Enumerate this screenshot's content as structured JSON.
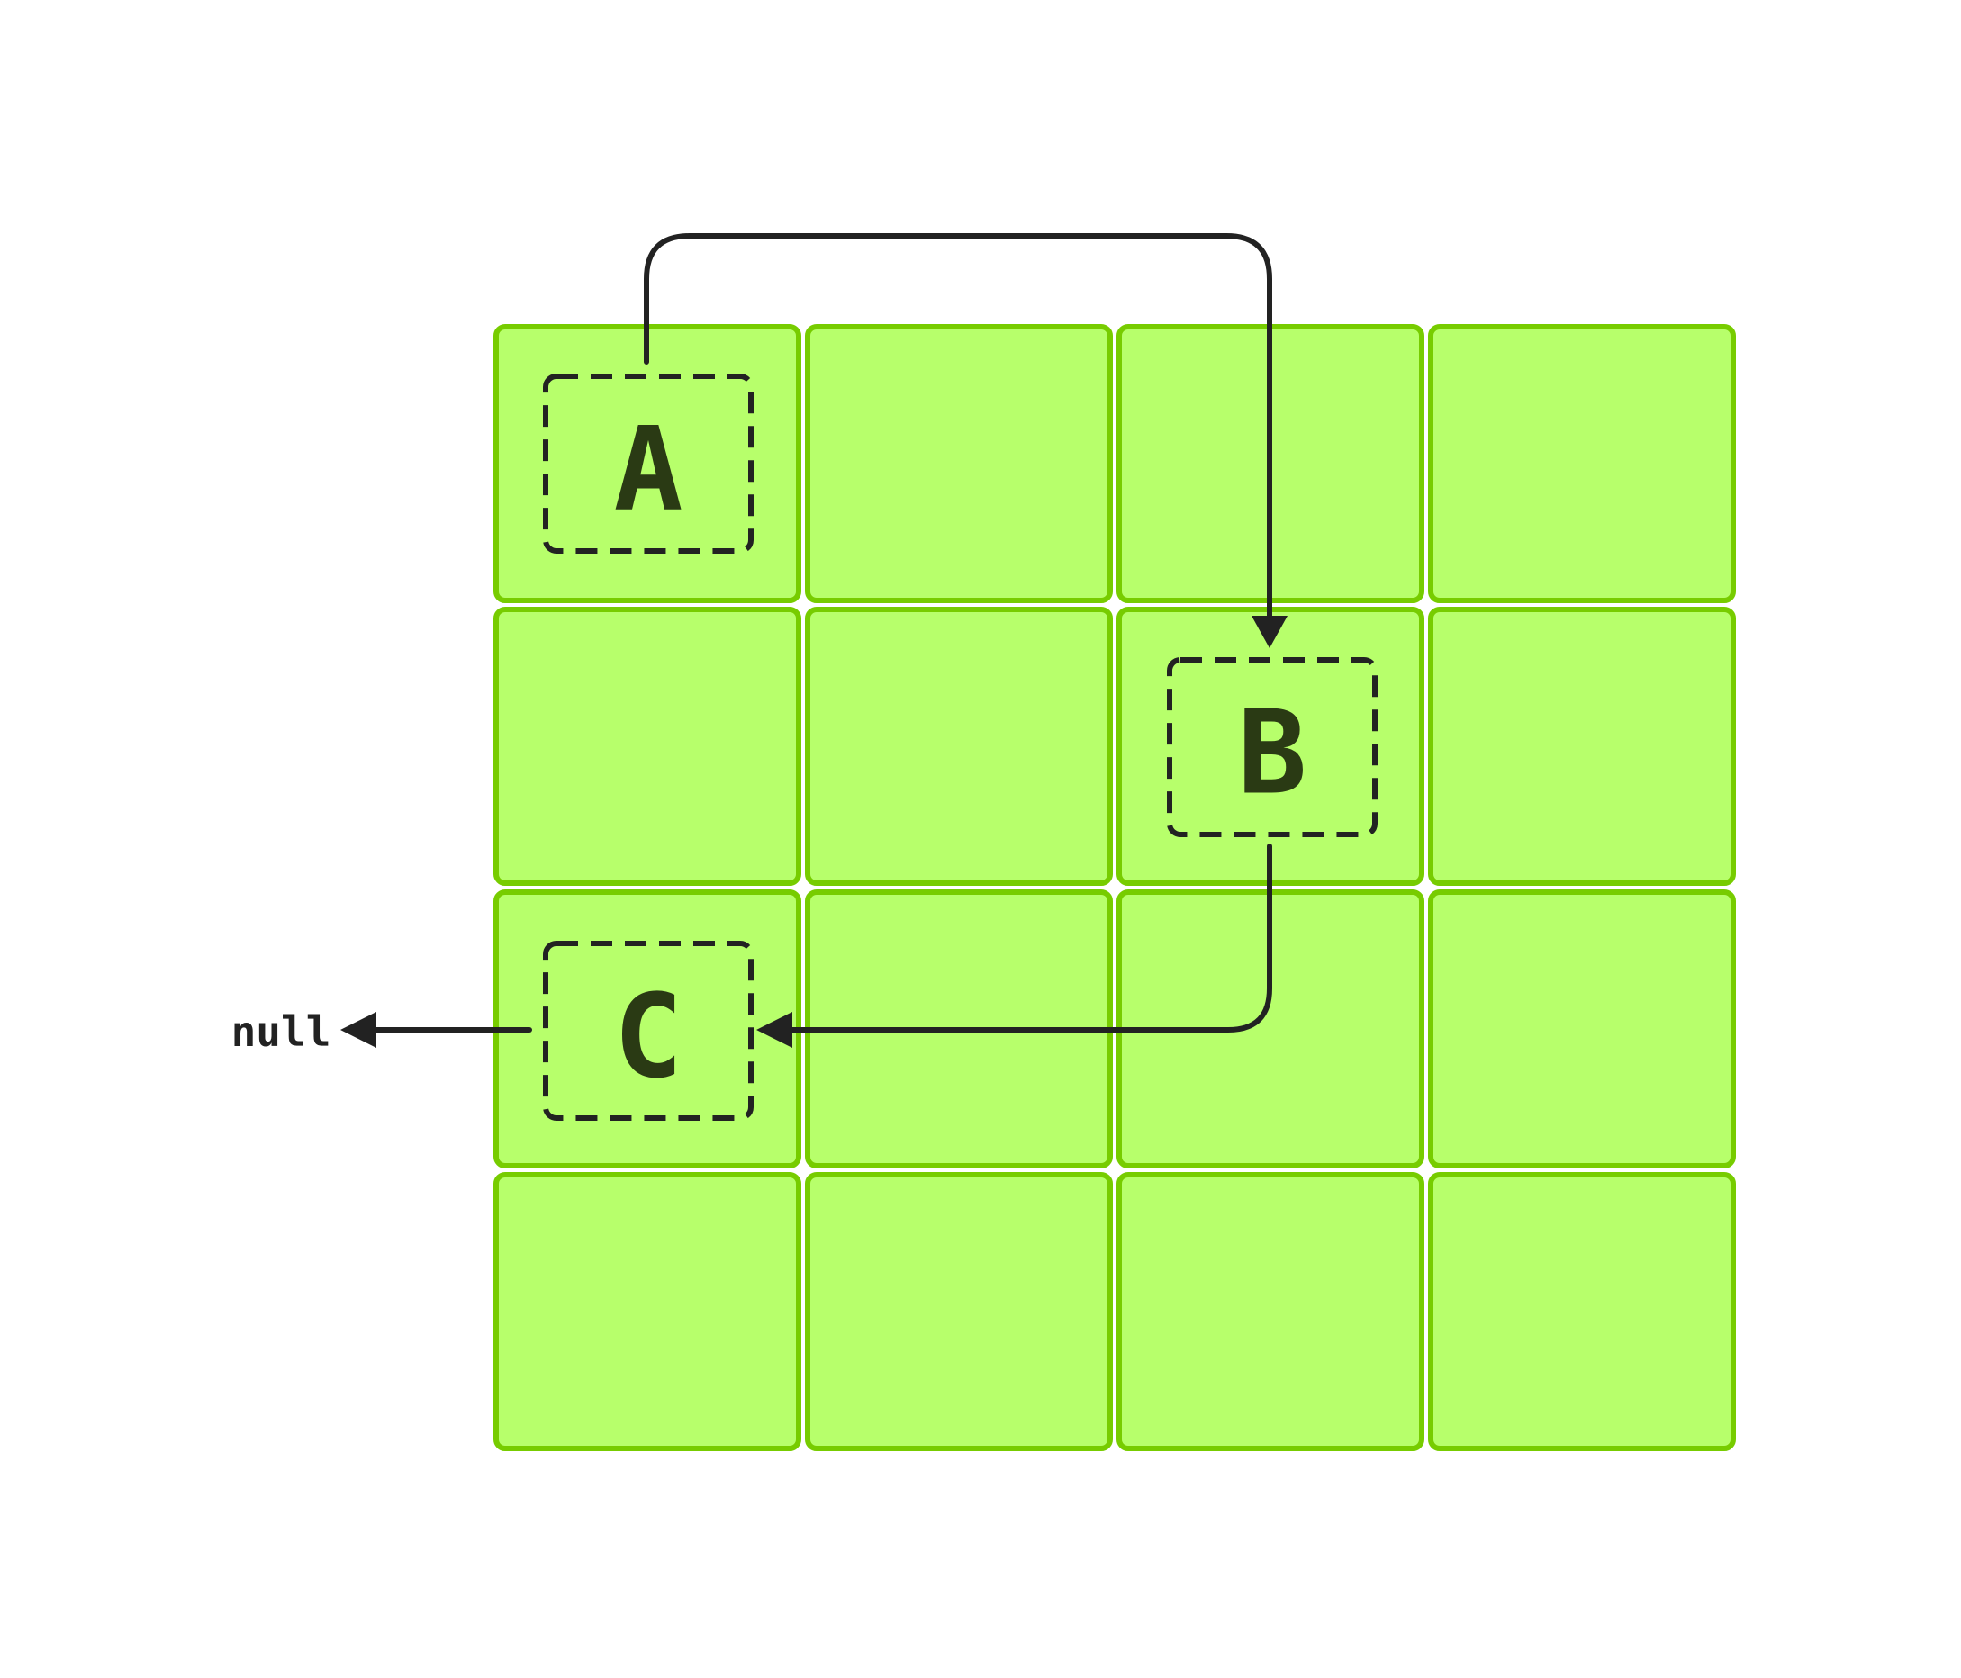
{
  "grid": {
    "rows": 4,
    "cols": 4,
    "cell_fill": "#b7ff6b",
    "cell_border": "#77cc00"
  },
  "nodes": [
    {
      "id": "a",
      "label": "A",
      "row": 0,
      "col": 0
    },
    {
      "id": "b",
      "label": "B",
      "row": 1,
      "col": 2
    },
    {
      "id": "c",
      "label": "C",
      "row": 2,
      "col": 0
    }
  ],
  "links": [
    {
      "from": "A",
      "to": "B"
    },
    {
      "from": "B",
      "to": "C"
    },
    {
      "from": "C",
      "to": "null"
    }
  ],
  "null_label": "null",
  "colors": {
    "stroke": "#222222",
    "label": "#2a3a14"
  }
}
